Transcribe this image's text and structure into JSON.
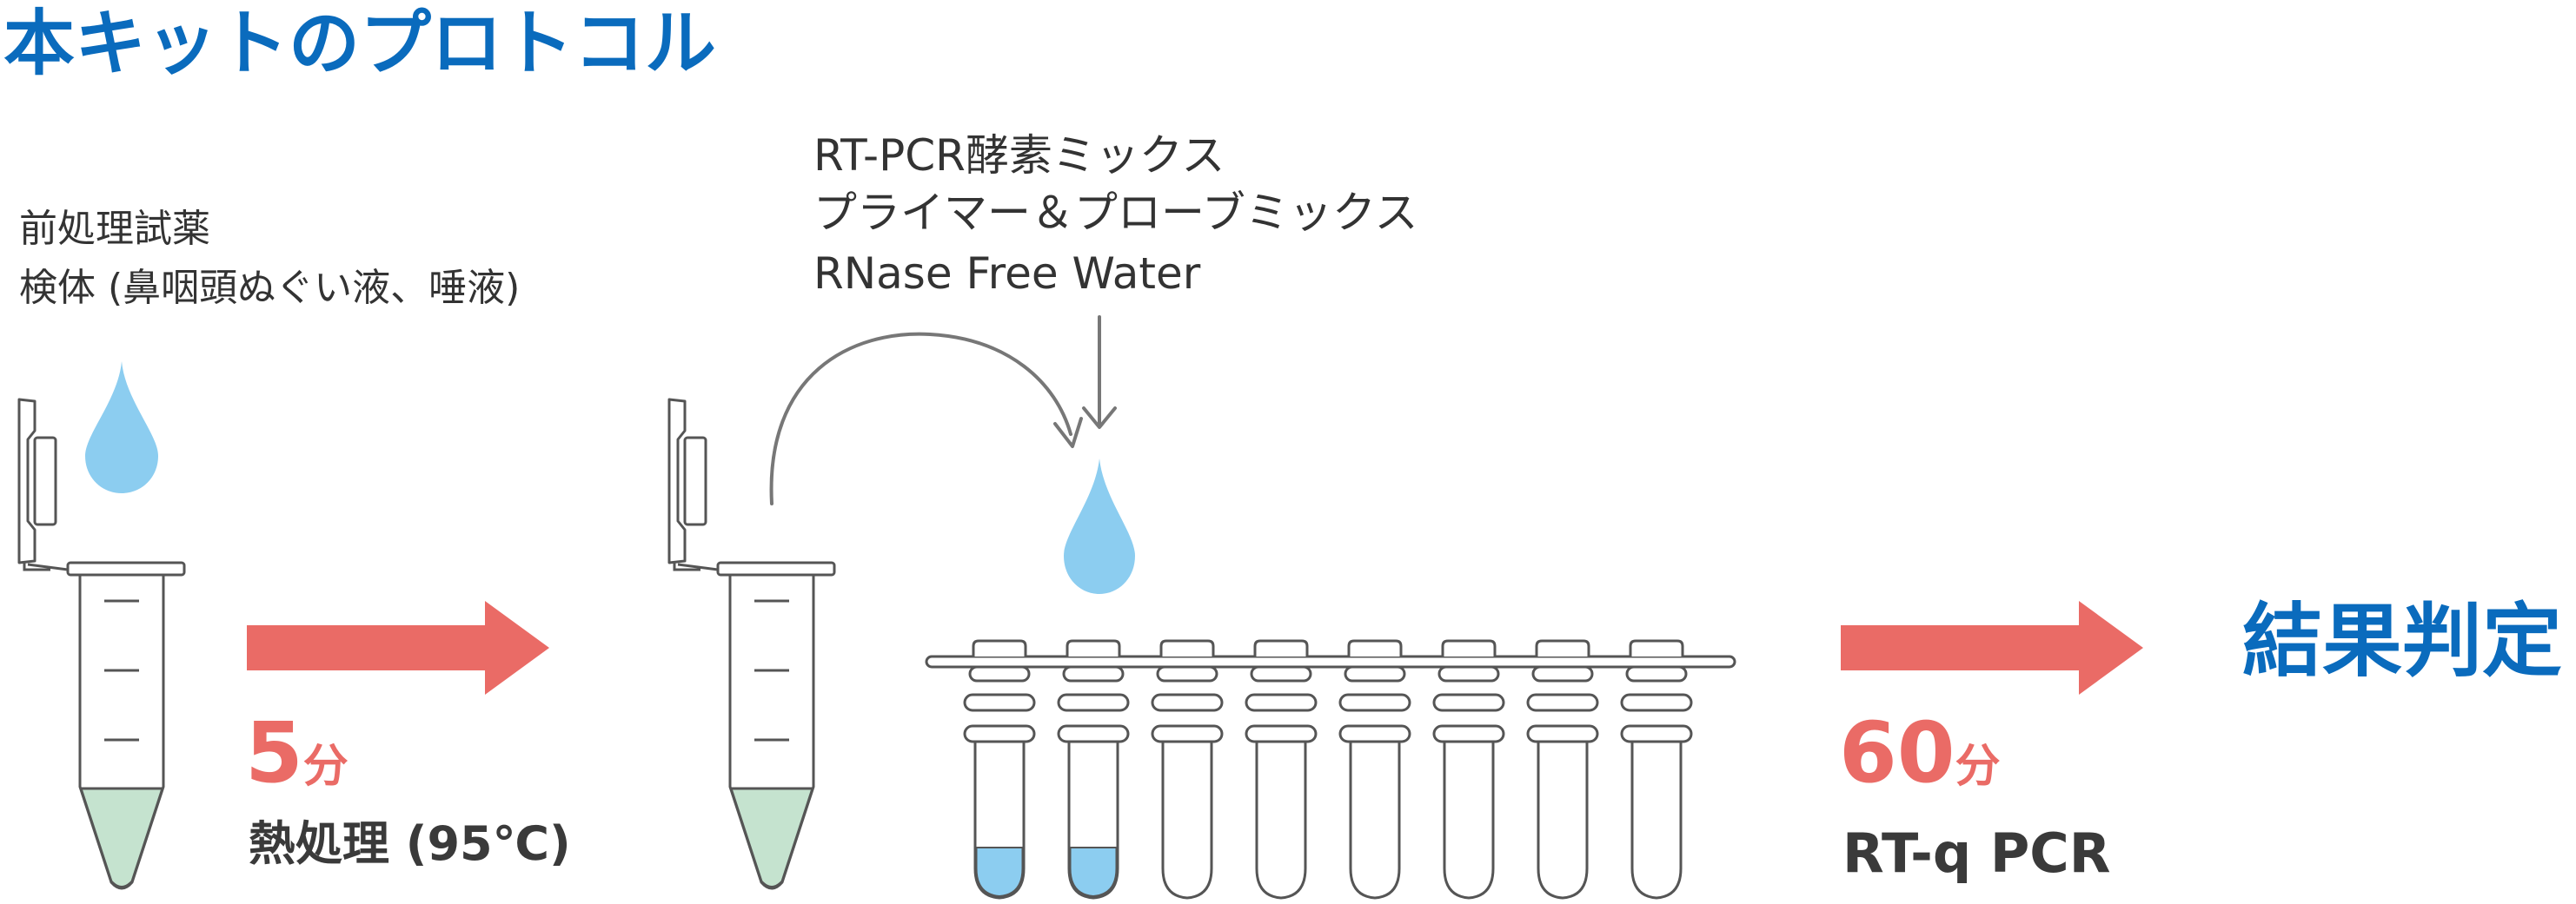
{
  "title": "本キットのプロトコル",
  "step1": {
    "reagents": [
      "前処理試薬",
      "検体 (鼻咽頭ぬぐい液、唾液)"
    ],
    "time_number": "5",
    "time_unit": "分",
    "process": "熱処理 (95℃)"
  },
  "step2": {
    "reagents": [
      "RT-PCR酵素ミックス",
      "プライマー＆プローブミックス",
      "RNase Free Water"
    ],
    "time_number": "60",
    "time_unit": "分",
    "process": "RT-q PCR"
  },
  "result": "結果判定",
  "colors": {
    "title_blue": "#0a6bbd",
    "arrow_red": "#ea6b66",
    "drop_blue": "#8ccdf0",
    "sample_green": "#c5e3cf",
    "outline_gray": "#555555"
  },
  "icons": [
    "droplet-icon",
    "microtube-icon",
    "pcr-strip-icon",
    "arrow-right-icon",
    "curved-arrow-icon"
  ]
}
